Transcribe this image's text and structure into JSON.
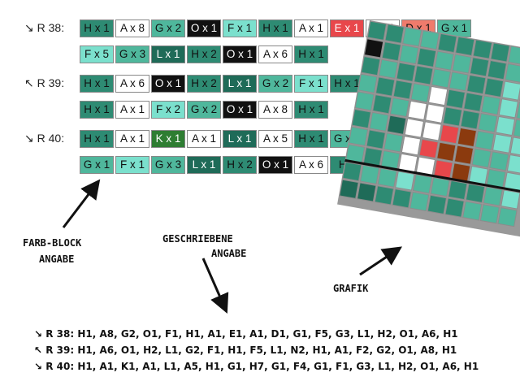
{
  "colors": {
    "H": "#2e8b73",
    "A": "#ffffff",
    "G": "#4fb79c",
    "O": "#111111",
    "F": "#7be0cd",
    "E": "#e8474b",
    "D": "#f07b6c",
    "L": "#1f6b58",
    "K": "#2e7d32",
    "N": "#7be0cd"
  },
  "text_colors": {
    "H": "#111111",
    "A": "#111111",
    "G": "#111111",
    "O": "#ffffff",
    "F": "#111111",
    "E": "#ffffff",
    "D": "#111111",
    "L": "#ffffff",
    "K": "#ffffff",
    "N": "#111111"
  },
  "rows": [
    {
      "label": "↘ R 38:",
      "line1": [
        {
          "c": "H",
          "t": "H x 1"
        },
        {
          "c": "A",
          "t": "A x 8"
        },
        {
          "c": "G",
          "t": "G x 2"
        },
        {
          "c": "O",
          "t": "O x 1"
        },
        {
          "c": "F",
          "t": "F x 1"
        },
        {
          "c": "H",
          "t": "H x 1"
        },
        {
          "c": "A",
          "t": "A x 1"
        },
        {
          "c": "E",
          "t": "E x 1"
        },
        {
          "c": "A",
          "t": "A x 1"
        },
        {
          "c": "D",
          "t": "D x 1"
        },
        {
          "c": "G",
          "t": "G x 1"
        }
      ],
      "line2": [
        {
          "c": "F",
          "t": "F x 5"
        },
        {
          "c": "G",
          "t": "G x 3"
        },
        {
          "c": "L",
          "t": "L x 1"
        },
        {
          "c": "H",
          "t": "H x 2"
        },
        {
          "c": "O",
          "t": "O x 1"
        },
        {
          "c": "A",
          "t": "A x 6"
        },
        {
          "c": "H",
          "t": "H x 1"
        }
      ]
    },
    {
      "label": "↖ R 39:",
      "line1": [
        {
          "c": "H",
          "t": "H x 1"
        },
        {
          "c": "A",
          "t": "A x 6"
        },
        {
          "c": "O",
          "t": "O x 1"
        },
        {
          "c": "H",
          "t": "H x 2"
        },
        {
          "c": "L",
          "t": "L x 1"
        },
        {
          "c": "G",
          "t": "G x 2"
        },
        {
          "c": "F",
          "t": "F x 1"
        },
        {
          "c": "H",
          "t": "H x 1"
        },
        {
          "c": "F",
          "t": "F"
        }
      ],
      "line2": [
        {
          "c": "H",
          "t": "H x 1"
        },
        {
          "c": "A",
          "t": "A x 1"
        },
        {
          "c": "F",
          "t": "F x 2"
        },
        {
          "c": "G",
          "t": "G x 2"
        },
        {
          "c": "O",
          "t": "O x 1"
        },
        {
          "c": "A",
          "t": "A x 8"
        },
        {
          "c": "H",
          "t": "H x 1"
        }
      ]
    },
    {
      "label": "↘ R 40:",
      "line1": [
        {
          "c": "H",
          "t": "H x 1"
        },
        {
          "c": "A",
          "t": "A x 1"
        },
        {
          "c": "K",
          "t": "K x 1"
        },
        {
          "c": "A",
          "t": "A x 1"
        },
        {
          "c": "L",
          "t": "L x 1"
        },
        {
          "c": "A",
          "t": "A x 5"
        },
        {
          "c": "H",
          "t": "H x 1"
        },
        {
          "c": "G",
          "t": "G x 1"
        }
      ],
      "line2": [
        {
          "c": "G",
          "t": "G x 1"
        },
        {
          "c": "F",
          "t": "F x 1"
        },
        {
          "c": "G",
          "t": "G x 3"
        },
        {
          "c": "L",
          "t": "L x 1"
        },
        {
          "c": "H",
          "t": "H x 2"
        },
        {
          "c": "O",
          "t": "O x 1"
        },
        {
          "c": "A",
          "t": "A x 6"
        },
        {
          "c": "H",
          "t": "H x"
        }
      ]
    }
  ],
  "annotations": {
    "farb_block_1": "FARB-BLOCK",
    "farb_block_2": "ANGABE",
    "geschriebene_1": "GESCHRIEBENE",
    "geschriebene_2": "ANGABE",
    "grafik": "GRAFIK"
  },
  "written_rows": [
    "↘ R 38: H1, A8, G2, O1, F1, H1, A1, E1, A1, D1, G1, F5, G3, L1, H2, O1, A6, H1",
    "↖ R 39: H1, A6, O1, H2, L1, G2, F1, H1, F5, L1, N2, H1, A1, F2, G2, O1, A8, H1",
    "↘ R 40: H1, A1, K1, A1, L1, A5, H1, G1, H7, G1, F4, G1, F1, G3, L1, H2, O1, A6, H1"
  ],
  "grafik_grid": [
    "HHGGHHHHGG",
    "OHGHGGHHGG",
    "HGHHGGHHFG",
    "GHHGAHHGFG",
    "GHGAAHHGFG",
    "HGLAAEDGFF",
    "GHGAEDDGGF",
    "GHGAAEDFGF",
    "HGGFGGHHGF",
    "LLHHGHHGGG"
  ]
}
